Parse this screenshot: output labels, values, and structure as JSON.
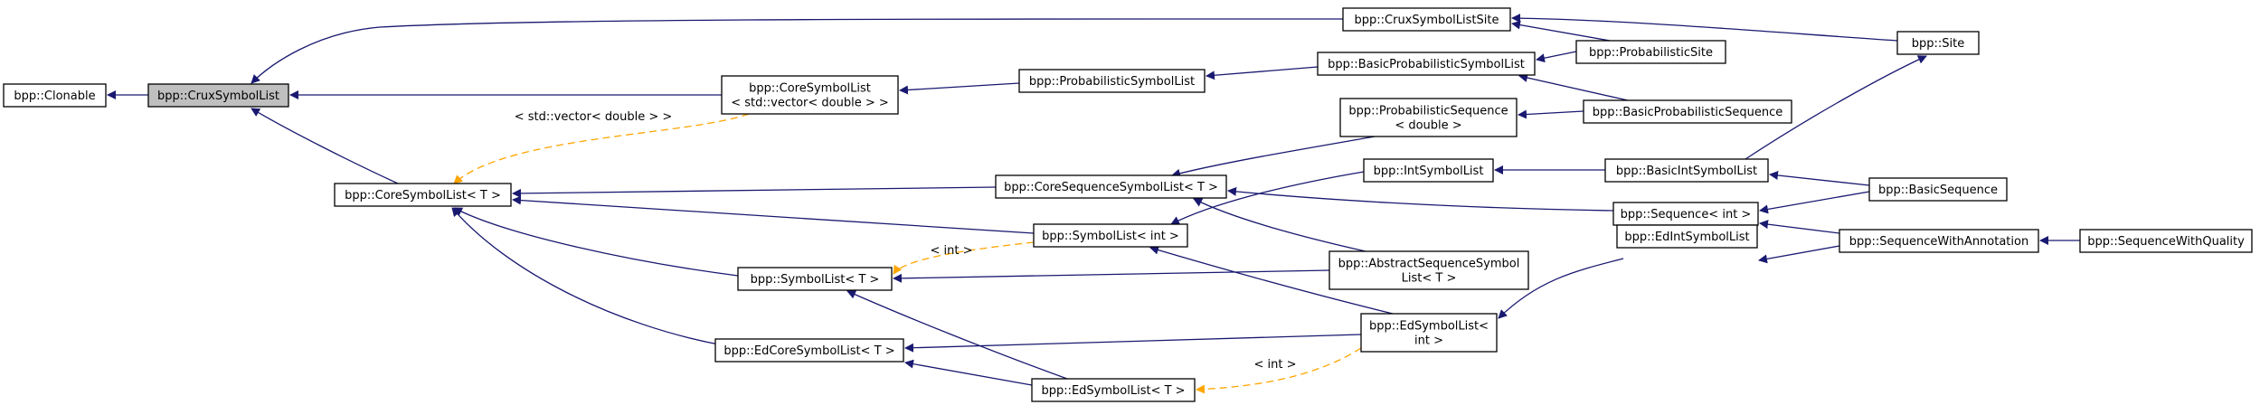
{
  "nodes": {
    "clonable": [
      "bpp::Clonable"
    ],
    "crux": [
      "bpp::CruxSymbolList"
    ],
    "coresl_vec": [
      "bpp::CoreSymbolList",
      "< std::vector< double > >"
    ],
    "coresl_t": [
      "bpp::CoreSymbolList< T >"
    ],
    "crux_site": [
      "bpp::CruxSymbolListSite"
    ],
    "prob_sl": [
      "bpp::ProbabilisticSymbolList"
    ],
    "basic_prob_sl": [
      "bpp::BasicProbabilisticSymbolList"
    ],
    "prob_seq": [
      "bpp::ProbabilisticSequence",
      "< double >"
    ],
    "int_sl": [
      "bpp::IntSymbolList"
    ],
    "coreseq_t": [
      "bpp::CoreSequenceSymbolList< T >"
    ],
    "sl_int": [
      "bpp::SymbolList< int >"
    ],
    "sl_t": [
      "bpp::SymbolList< T >"
    ],
    "abs_seq": [
      "bpp::AbstractSequenceSymbol",
      "List< T >"
    ],
    "edcore_t": [
      "bpp::EdCoreSymbolList< T >"
    ],
    "edsl_int": [
      "bpp::EdSymbolList<",
      "int >"
    ],
    "edsl_t": [
      "bpp::EdSymbolList< T >"
    ],
    "prob_site": [
      "bpp::ProbabilisticSite"
    ],
    "basic_prob_seq": [
      "bpp::BasicProbabilisticSequence"
    ],
    "basic_int_sl": [
      "bpp::BasicIntSymbolList"
    ],
    "seq_int": [
      "bpp::Sequence< int >"
    ],
    "ed_int_sl": [
      "bpp::EdIntSymbolList"
    ],
    "site": [
      "bpp::Site"
    ],
    "basic_seq": [
      "bpp::BasicSequence"
    ],
    "seq_annot": [
      "bpp::SequenceWithAnnotation"
    ],
    "seq_qual": [
      "bpp::SequenceWithQuality"
    ]
  },
  "edge_labels": {
    "vec_double": "< std::vector< double > >",
    "int_a": "< int >",
    "int_b": "< int >"
  }
}
